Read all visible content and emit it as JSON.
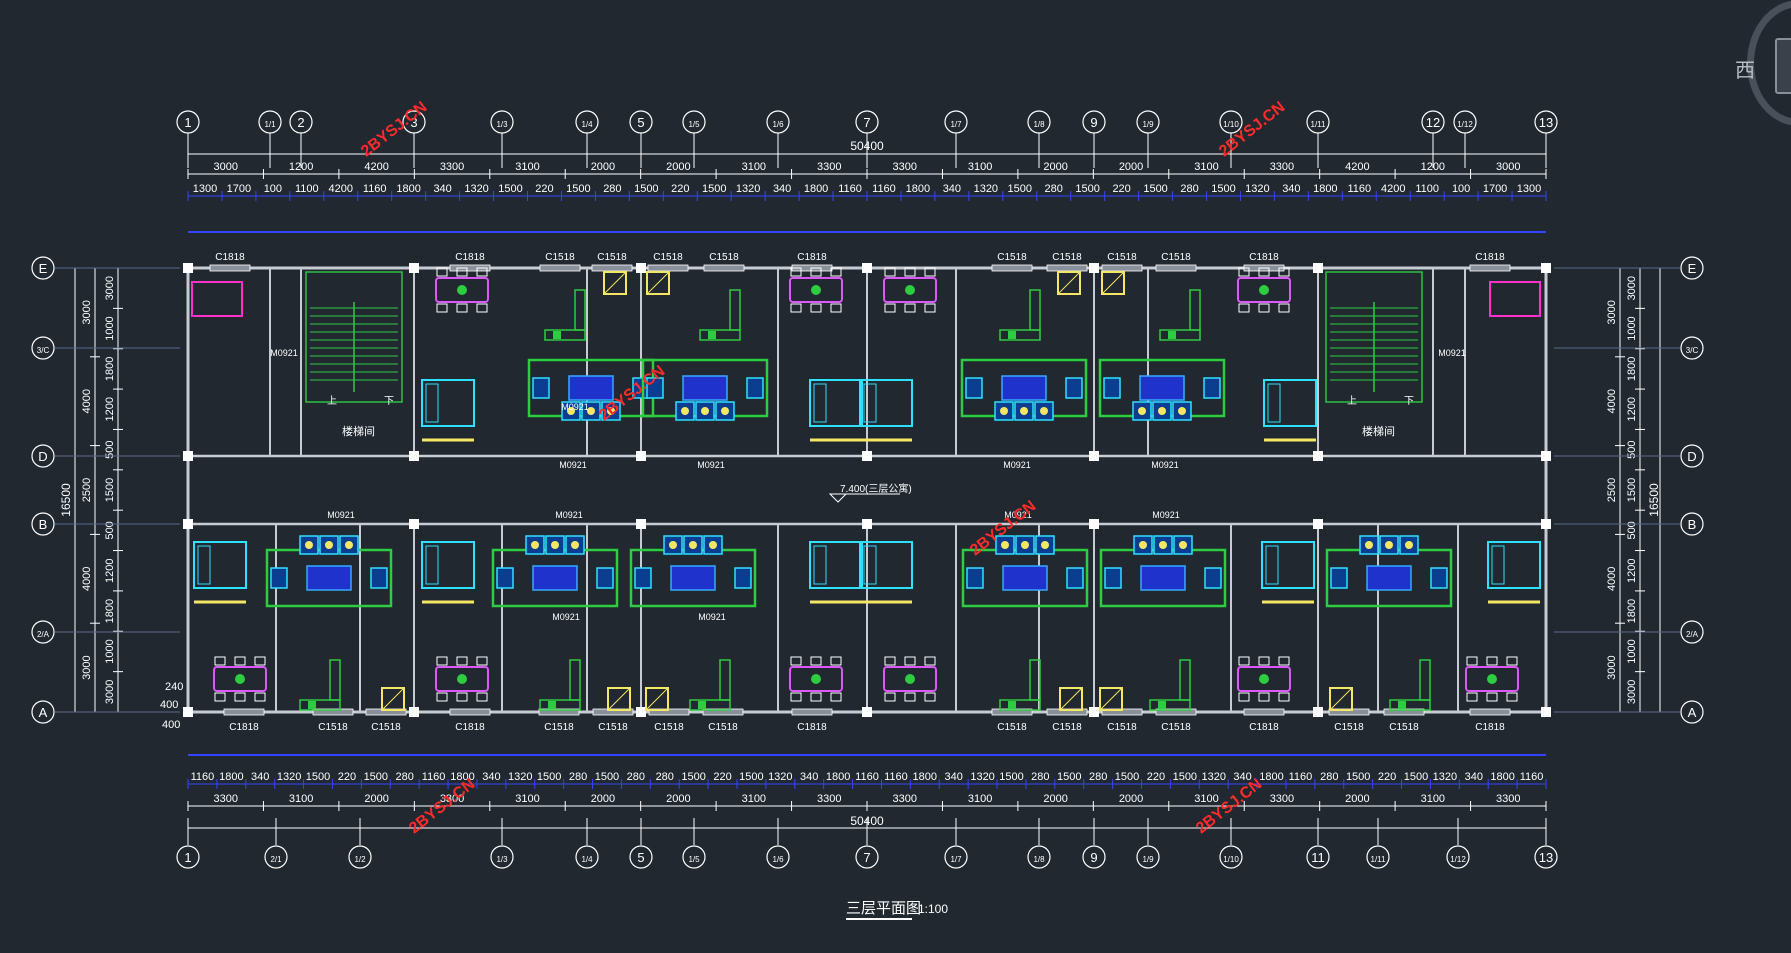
{
  "drawing": {
    "title": "三层平面图",
    "scale": "1:100",
    "elevation_label": "7.400(三层公寓)",
    "watermark": "2BYSJ.CN",
    "stair_label": "楼梯间",
    "stair_up": "上",
    "stair_down": "下"
  },
  "viewcube": {
    "direction": "西"
  },
  "axes_top": [
    "1",
    "1/1",
    "2",
    "3",
    "1/3",
    "1/4",
    "5",
    "1/5",
    "1/6",
    "7",
    "1/7",
    "1/8",
    "9",
    "1/9",
    "1/10",
    "1/11",
    "12",
    "1/12",
    "13"
  ],
  "axes_bottom": [
    "1",
    "2/1",
    "1/2",
    "1/3",
    "1/4",
    "5",
    "1/5",
    "1/6",
    "7",
    "1/7",
    "1/8",
    "9",
    "1/9",
    "1/10",
    "11",
    "1/11",
    "1/12",
    "13"
  ],
  "axes_left": [
    "E",
    "3/C",
    "D",
    "B",
    "2/A",
    "A"
  ],
  "dims": {
    "total_width": "50400",
    "top_row2": [
      "3000",
      "1200",
      "4200",
      "3300",
      "3100",
      "2000",
      "2000",
      "3100",
      "3300",
      "3300",
      "3100",
      "2000",
      "2000",
      "3100",
      "3300",
      "4200",
      "1200",
      "3000"
    ],
    "top_row3": [
      "1300",
      "1700",
      "100",
      "1100",
      "4200",
      "1160",
      "1800",
      "340",
      "1320",
      "1500",
      "220",
      "1500",
      "280",
      "1500",
      "220",
      "1500",
      "1320",
      "340",
      "1800",
      "1160",
      "1160",
      "1800",
      "340",
      "1320",
      "1500",
      "280",
      "1500",
      "220",
      "1500",
      "280",
      "1500",
      "1320",
      "340",
      "1800",
      "1160",
      "4200",
      "1100",
      "100",
      "1700",
      "1300"
    ],
    "bottom_row1": [
      "1160",
      "1800",
      "340",
      "1320",
      "1500",
      "220",
      "1500",
      "280",
      "1160",
      "1800",
      "340",
      "1320",
      "1500",
      "280",
      "1500",
      "280",
      "280",
      "1500",
      "220",
      "1500",
      "1320",
      "340",
      "1800",
      "1160",
      "1160",
      "1800",
      "340",
      "1320",
      "1500",
      "280",
      "1500",
      "280",
      "1500",
      "220",
      "1500",
      "1320",
      "340",
      "1800",
      "1160",
      "280",
      "1500",
      "220",
      "1500",
      "1320",
      "340",
      "1800",
      "1160"
    ],
    "bottom_row2": [
      "3300",
      "3100",
      "2000",
      "3300",
      "3100",
      "2000",
      "2000",
      "3100",
      "3300",
      "3300",
      "3100",
      "2000",
      "2000",
      "3100",
      "3300",
      "2000",
      "3100",
      "3300"
    ],
    "left_outer": [
      "3000",
      "4000",
      "2500",
      "4000",
      "3000"
    ],
    "left_inner": [
      "3000",
      "1000",
      "1800",
      "1200",
      "500",
      "1500",
      "500",
      "1200",
      "1800",
      "1000",
      "3000"
    ],
    "left_total": "16500",
    "left_small": [
      "240",
      "400",
      "400"
    ]
  },
  "windows": {
    "large": "C1818",
    "small": "C1518",
    "door": "M0921"
  }
}
